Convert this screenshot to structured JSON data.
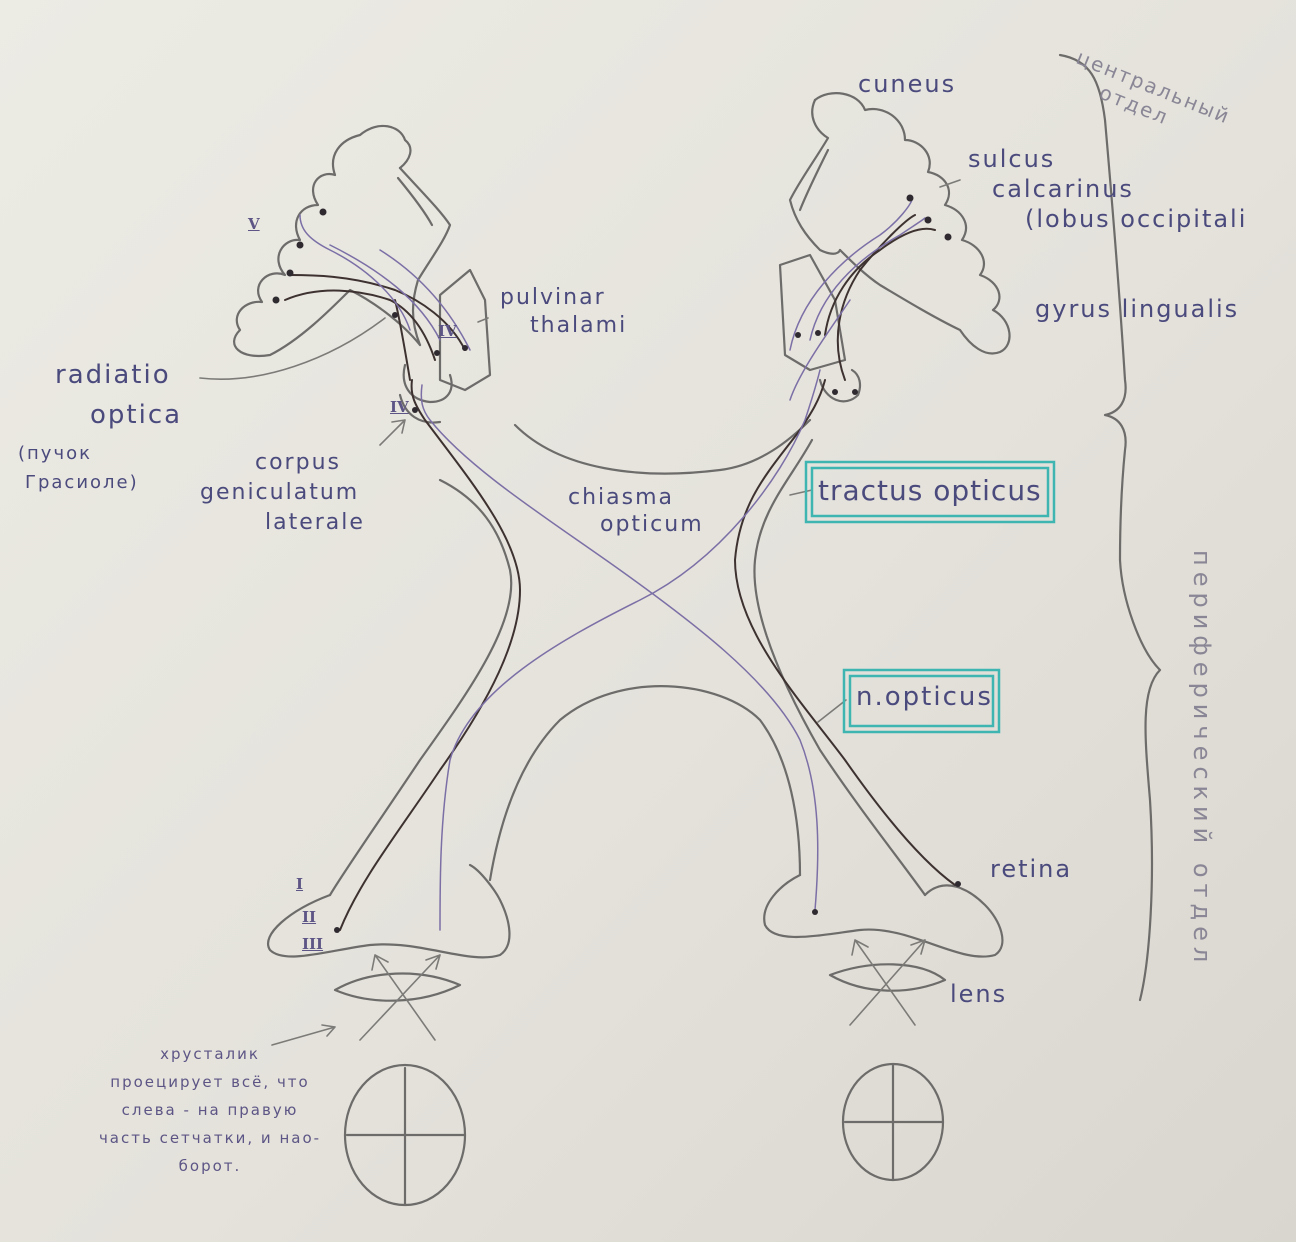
{
  "labels": {
    "cuneus": "cuneus",
    "sulcus": "sulcus",
    "calcarinus": "calcarinus",
    "lobus_occipitali": "(lobus occipitali",
    "gyrus_lingualis": "gyrus lingualis",
    "pulvinar": "pulvinar",
    "thalami": "thalami",
    "radiatio": "radiatio",
    "optica": "optica",
    "puchok_line1": "(пучок",
    "puchok_line2": "Грасиоле)",
    "corpus": "corpus",
    "geniculatum": "geniculatum",
    "laterale": "laterale",
    "chiasma": "chiasma",
    "opticum": "opticum",
    "tractus_opticus": "tractus opticus",
    "n_opticus": "n.opticus",
    "retina": "retina",
    "lens": "lens",
    "centralny_line1": "центральный",
    "centralny_line2": "отдел",
    "perifericheskiy": "периферический отдел",
    "note_lines": [
      "хрусталик",
      "проецирует всё, что",
      "слева - на правую",
      "часть сетчатки, и нао-",
      "борот."
    ]
  },
  "roman_numerals": {
    "v": "V",
    "iv_upper": "IV",
    "iv_lower": "IV",
    "i": "I",
    "ii": "II",
    "iii": "III"
  },
  "colors": {
    "pencil": "#6e6c6a",
    "ink_purple": "#5d5585",
    "nerve_dark": "#3e3230",
    "highlight_box": "#3fb5b2"
  }
}
